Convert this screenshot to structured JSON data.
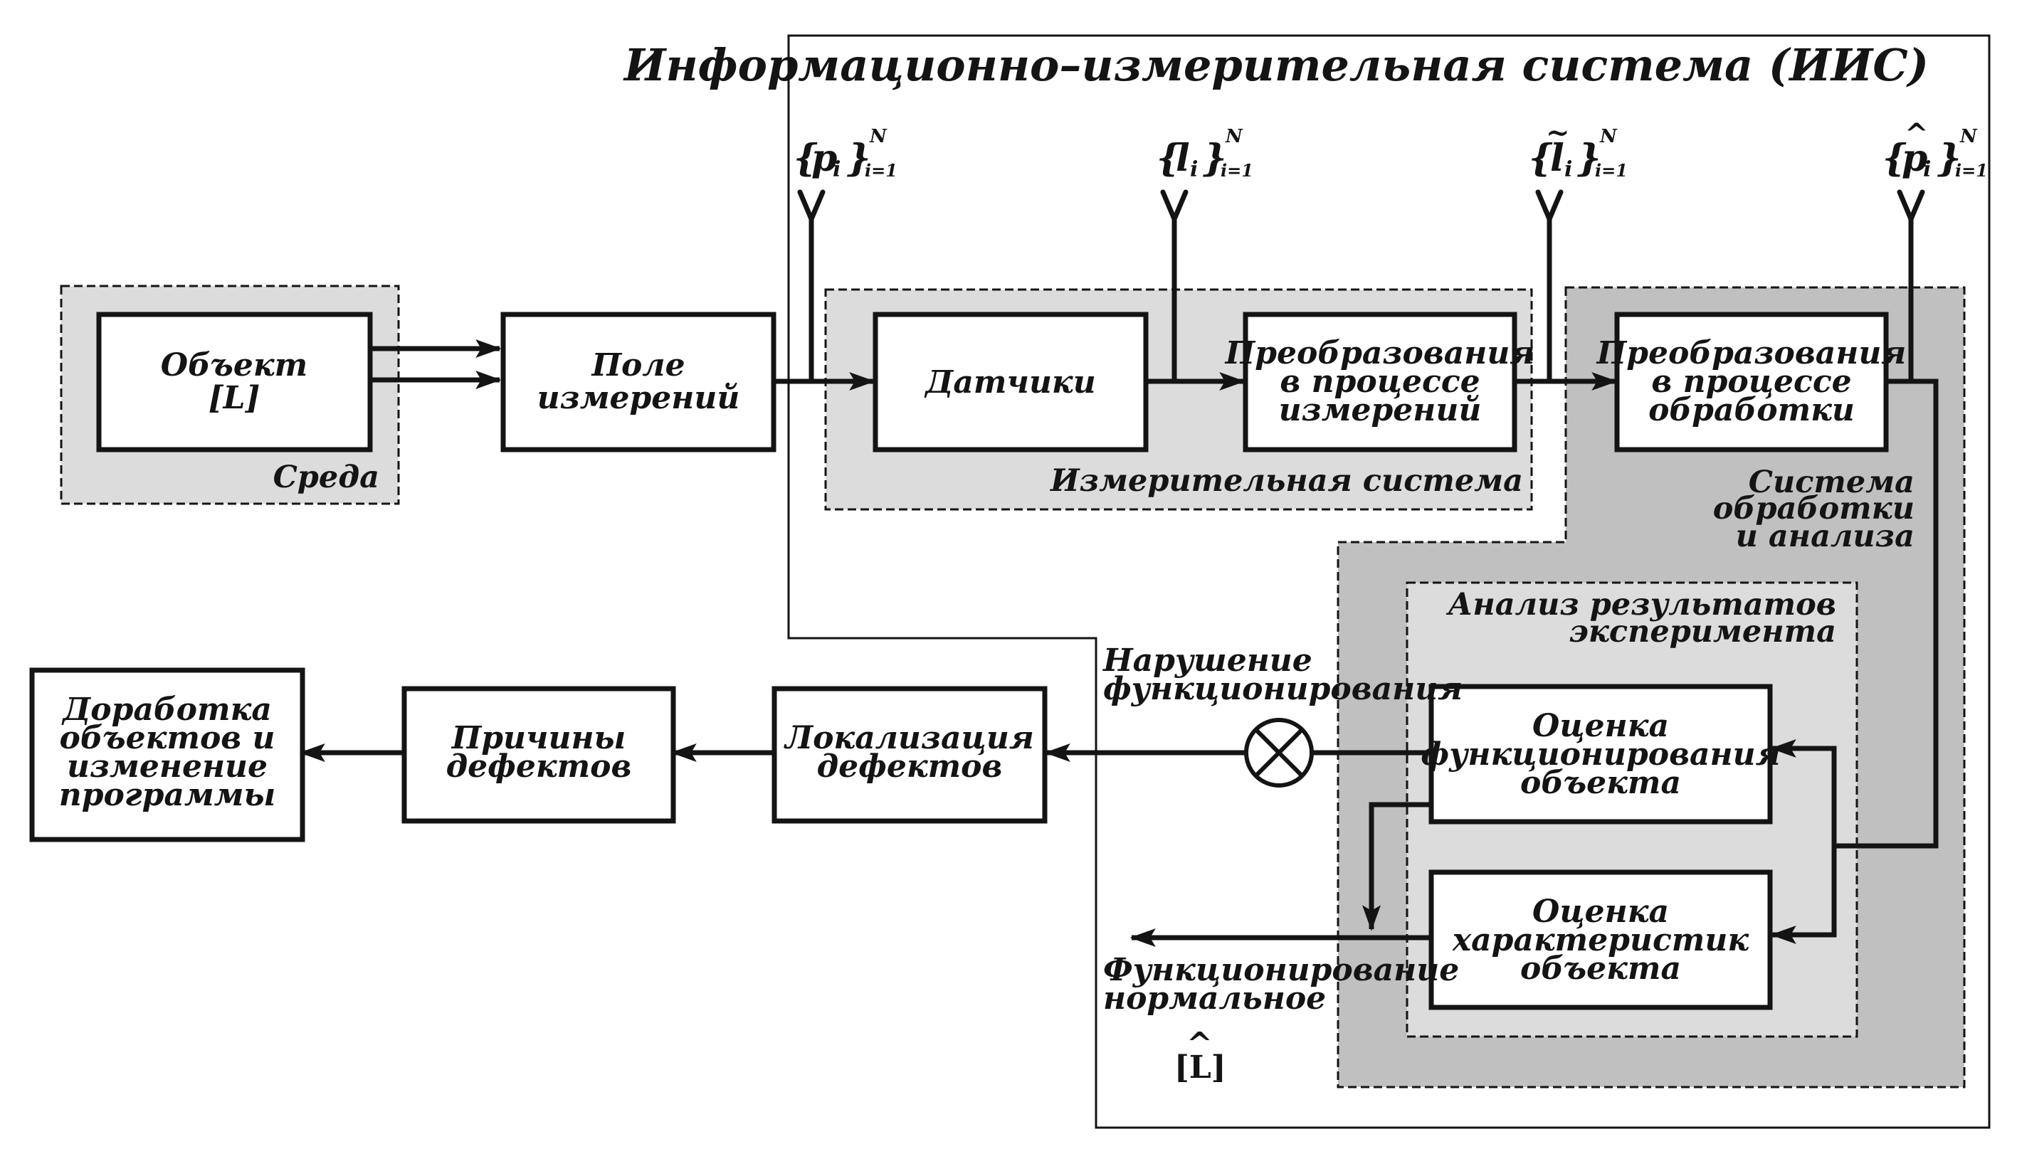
{
  "diagram": {
    "title": "Информационно–измерительная система (ИИС)",
    "regions": {
      "environment": "Среда",
      "measuring_system": "Измерительная система",
      "processing_system": [
        "Система",
        "обработки",
        "и анализа"
      ],
      "analysis": [
        "Анализ результатов",
        "эксперимента"
      ]
    },
    "blocks": {
      "object": [
        "Объект",
        "[L]"
      ],
      "field": [
        "Поле",
        "измерений"
      ],
      "sensors": [
        "Датчики"
      ],
      "transform_measure": [
        "Преобразования",
        "в процессе",
        "измерений"
      ],
      "transform_process": [
        "Преобразования",
        "в процессе",
        "обработки"
      ],
      "eval_function": [
        "Оценка",
        "функционирования",
        "объекта"
      ],
      "eval_character": [
        "Оценка",
        "характеристик",
        "объекта"
      ],
      "localization": [
        "Локализация",
        "дефектов"
      ],
      "causes": [
        "Причины",
        "дефектов"
      ],
      "refinement": [
        "Доработка",
        "объектов и",
        "изменение",
        "программы"
      ]
    },
    "signals": {
      "p": {
        "open": "{",
        "sym": "p",
        "sub": "i",
        "close": "}",
        "sup": "N",
        "lim": "i=1"
      },
      "l": {
        "open": "{",
        "sym": "l",
        "sub": "i",
        "close": "}",
        "sup": "N",
        "lim": "i=1"
      },
      "l_tilde": {
        "open": "{",
        "sym": "l",
        "sub": "i",
        "close": "}",
        "sup": "N",
        "lim": "i=1",
        "accent": "~"
      },
      "p_hat": {
        "open": "{",
        "sym": "p",
        "sub": "i",
        "close": "}",
        "sup": "N",
        "lim": "i=1",
        "accent": "^"
      }
    },
    "annotations": {
      "violation": [
        "Нарушение",
        "функционирования"
      ],
      "normal": [
        "Функционирование",
        "нормальное"
      ],
      "result": "[L]",
      "result_accent": "^"
    },
    "colors": {
      "line": "#141414",
      "environment_fill": "#dcdcdc",
      "measuring_fill": "#dcdcdc",
      "processing_fill": "#c0c0c0",
      "analysis_fill": "#dcdcdc",
      "block_fill": "#ffffff"
    }
  }
}
